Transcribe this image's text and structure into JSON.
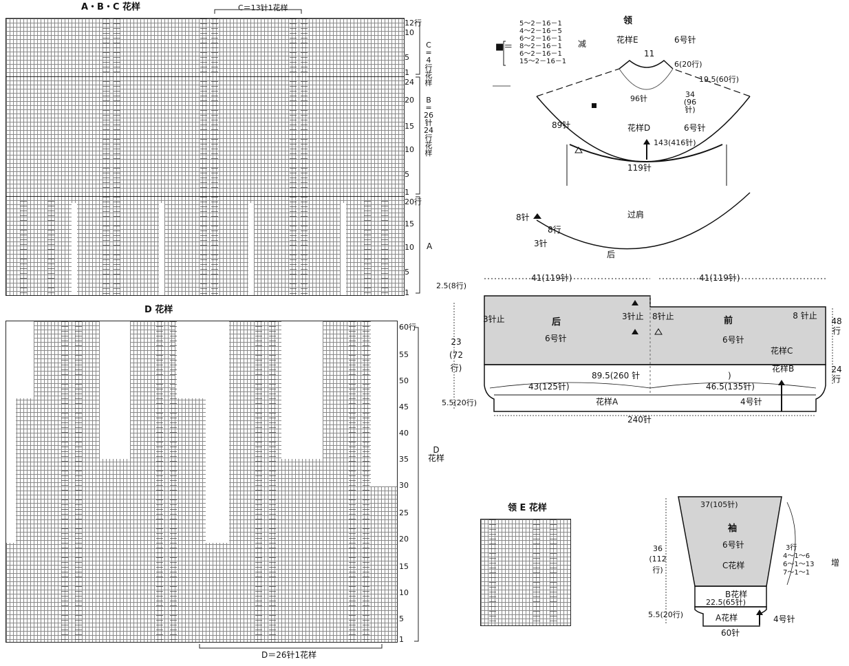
{
  "abc_chart": {
    "title": "A・B・C 花样",
    "c_repeat": "C＝13针1花样",
    "right_ticks": [
      "12行",
      "10",
      "5",
      "1",
      "24",
      "20",
      "15",
      "10",
      "5",
      "1",
      "20行",
      "15",
      "10",
      "5",
      "1"
    ],
    "side_labels": {
      "c": "C = 4 行 花样",
      "b": "B = 26 针 24 行 花样",
      "a": "A"
    }
  },
  "d_chart": {
    "title": "D 花样",
    "right_ticks": [
      "60行",
      "55",
      "50",
      "45",
      "40",
      "35",
      "30",
      "25",
      "20",
      "15",
      "10",
      "5",
      "1"
    ],
    "side_label": "D 花样",
    "repeat": "D＝26针1花样"
  },
  "e_chart": {
    "title": "领 E 花样"
  },
  "collar": {
    "title": "领",
    "pattern_e": "花样E",
    "needle_e": "6号针",
    "dec_formula": [
      "5～2－16－1",
      "4～2－16－5",
      "6～2－16－1",
      "8～2－16－1",
      "6～2－16－1",
      "15～2－16－1"
    ],
    "dec_word": "减",
    "neck_width": "11",
    "neck_depth": "6(20行)",
    "side_rows": "19.5(60行)",
    "inner_sts": "96针",
    "side_sts": "34 (96针)",
    "left_sts": "89针",
    "pattern_d": "花样D",
    "needle_d": "6号针",
    "outer": "143(416针)",
    "bottom_sts": "119针",
    "shoulder": "过肩",
    "back": "后",
    "mark_8": "8针",
    "mark_8r": "8行",
    "mark_3": "3针"
  },
  "body": {
    "w_left": "41(119针)",
    "w_right": "41(119针)",
    "top_left": "2.5(8行)",
    "bind_left": "3针止",
    "back": "后",
    "needle": "6号针",
    "bind_mid1": "3针止",
    "bind_mid2": "8针止",
    "front": "前",
    "needle2": "6号针",
    "bind_right": "8 针止",
    "rows_right1": "48 行",
    "height": "23 (72行)",
    "pattern_c": "花样C",
    "pattern_b": "花样B",
    "rows_right2": "24 行",
    "total": "89.5(260 针",
    "left_sts": "43(125针)",
    "right_sts": "46.5(135针)",
    "hem": "5.5(20行)",
    "pattern_a": "花样A",
    "needle_a": "4号针",
    "bottom": "240针"
  },
  "sleeve": {
    "top": "37(105针)",
    "name": "袖",
    "needle": "6号针",
    "pattern_c": "C花样",
    "height": "36 (112行)",
    "inc": [
      "3行",
      "4～1～6",
      "6～1～13",
      "7～1～1"
    ],
    "inc_word": "增",
    "pattern_b": "B花样",
    "mid": "22.5(65针)",
    "hem": "5.5(20行)",
    "pattern_a": "A花样",
    "needle_a": "4号针",
    "bottom": "60针"
  }
}
